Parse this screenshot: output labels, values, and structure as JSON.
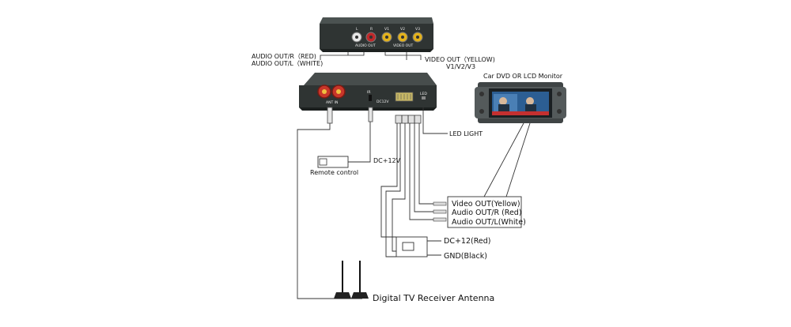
{
  "top_unit": {
    "jack_labels": [
      "L",
      "R",
      "V1",
      "V2",
      "V3"
    ],
    "audio_group_label": "AUDIO OUT",
    "video_group_label": "VIDEO OUT",
    "callout_audio_line1": "AUDIO OUT/R（RED)",
    "callout_audio_line2": "AUDIO OUT/L（WHITE)",
    "callout_video_line1": "VIDEO OUT（YELLOW)",
    "callout_video_line2": "V1/V2/V3"
  },
  "bottom_unit": {
    "ant_label": "ANT IN",
    "ir_label": "IR",
    "dc_label": "DC12V",
    "led_label": "LED"
  },
  "monitor": {
    "title": "Car DVD OR LCD Monitor"
  },
  "labels": {
    "led_light": "LED LIGHT",
    "dc12v": "DC+12V",
    "remote_control": "Remote control",
    "video_out_yellow": "Video OUT(Yellow)",
    "audio_out_red": "Audio OUT/R (Red)",
    "audio_out_white": "Audio OUT/L(White)",
    "dc12_red": "DC+12(Red)",
    "gnd_black": "GND(Black)",
    "antenna": "Digital TV Receiver Antenna"
  },
  "colors": {
    "jack_white": "#e8e8e8",
    "jack_red": "#c0282a",
    "jack_yellow": "#e3b21c",
    "device_body": "#2f3433",
    "antenna_connector": "#c8362a"
  }
}
